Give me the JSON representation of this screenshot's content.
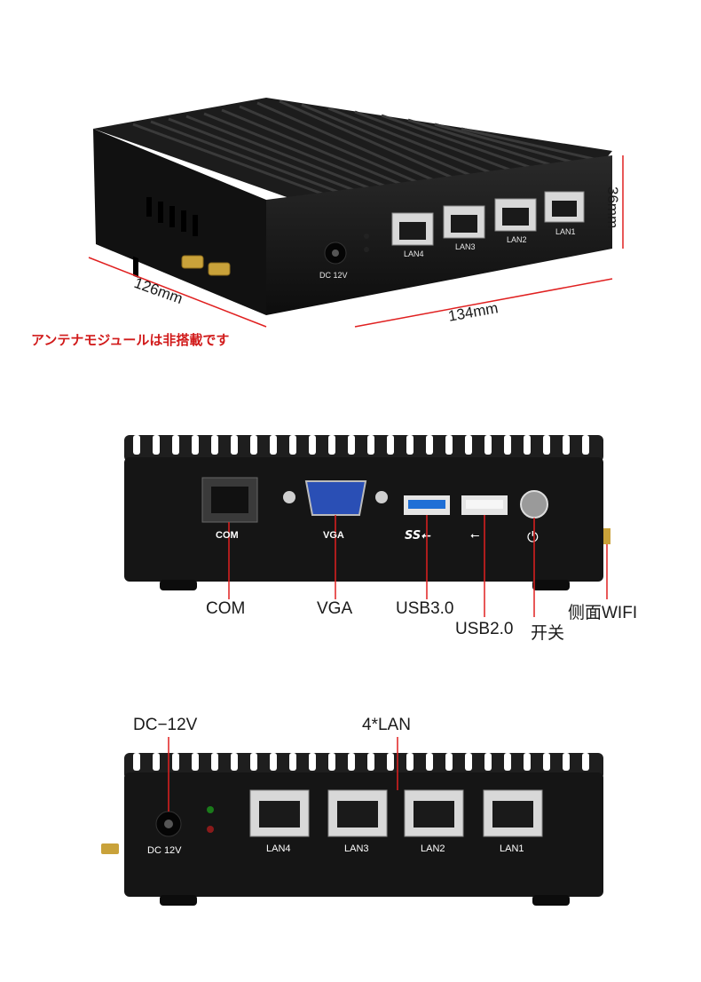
{
  "top_view": {
    "dimension_depth": "126mm",
    "dimension_width": "134mm",
    "dimension_height": "36mm",
    "note": "アンテナモジュールは非搭載です",
    "ports": [
      "LAN4",
      "LAN3",
      "LAN2",
      "LAN1"
    ],
    "power_label": "DC 12V"
  },
  "front_view": {
    "device_labels": {
      "com": "COM",
      "vga": "VGA"
    },
    "callouts": {
      "com": "COM",
      "vga": "VGA",
      "usb3": "USB3.0",
      "usb2": "USB2.0",
      "power": "开关",
      "wifi": "侧面WIFI"
    }
  },
  "back_view": {
    "callouts": {
      "dc": "DC−12V",
      "lan": "4*LAN"
    },
    "power_label": "DC 12V",
    "ports": [
      "LAN4",
      "LAN3",
      "LAN2",
      "LAN1"
    ]
  },
  "colors": {
    "callout_line": "#e02020",
    "note_text": "#d11a1a",
    "device_body": "#161616",
    "vga_blue": "#2a4fb5",
    "usb3_blue": "#1f6fd6"
  }
}
